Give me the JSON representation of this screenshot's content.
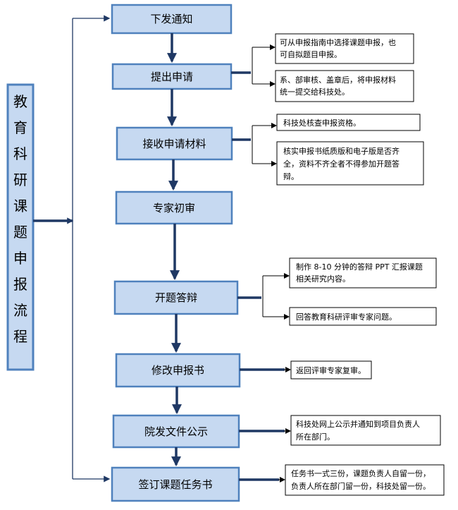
{
  "side_title": [
    "教",
    "育",
    "科",
    "研",
    "课",
    "题",
    "申",
    "报",
    "流",
    "程"
  ],
  "steps": [
    "下发通知",
    "提出申请",
    "接收申请材料",
    "专家初审",
    "开题答辩",
    "修改申报书",
    "院发文件公示",
    "签订课题任务书"
  ],
  "notes": {
    "apply_1": [
      "可从申报指南中选择课题申报，也",
      "可自拟题目申报。"
    ],
    "apply_2": [
      "系、部审核、盖章后，将申报材料",
      "统一提交给科技处。"
    ],
    "receive_1": [
      "科技处核查申报资格。"
    ],
    "receive_2": [
      "核实申报书纸质版和电子版是否齐",
      "全，资料不齐全者不得参加开题答",
      "辩。"
    ],
    "defense_1": [
      "制作 8-10 分钟的答辩 PPT 汇报课题",
      "相关研究内容。"
    ],
    "defense_2": [
      "回答教育科研评审专家问题。"
    ],
    "revise_1": [
      "返回评审专家复审。"
    ],
    "publish_1": [
      "科技处网上公示并通知到项目负责人",
      "所在部门。"
    ],
    "contract_1": [
      "任务书一式三份，课题负责人自留一份，",
      "负责人所在部门留一份，科技处留一份。"
    ]
  }
}
